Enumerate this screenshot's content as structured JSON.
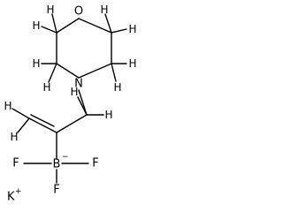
{
  "molecule": {
    "ring_atoms": {
      "oxygen": "O",
      "nitrogen": "N"
    },
    "hydrogen_label": "H",
    "boron": {
      "element": "B",
      "charge": "−"
    },
    "fluorine_label": "F",
    "counter_ion": {
      "element": "K",
      "charge": "+"
    }
  }
}
